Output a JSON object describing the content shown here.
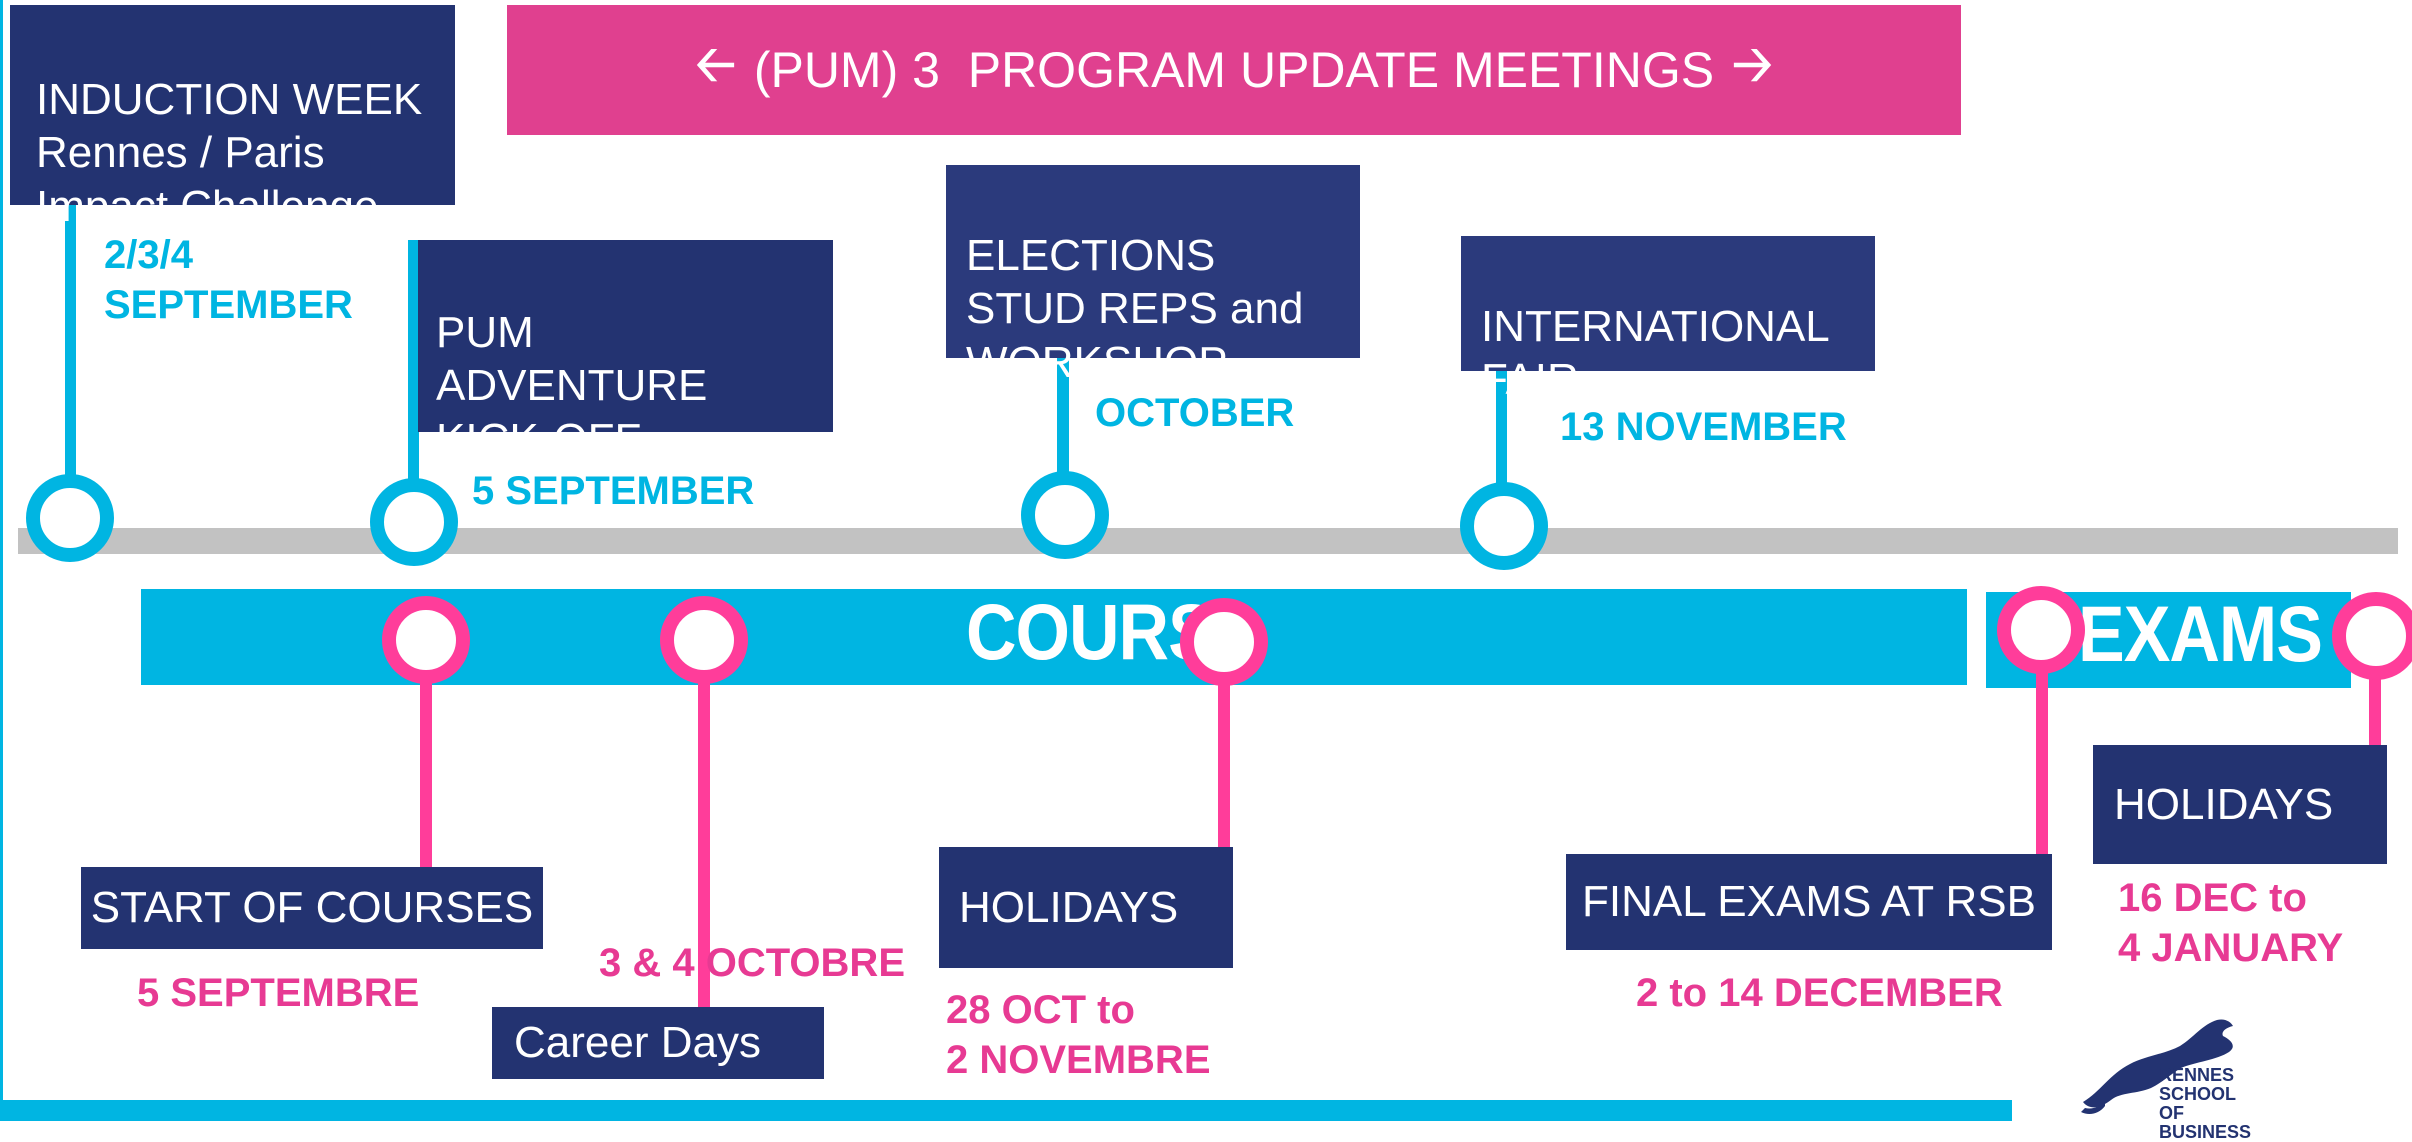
{
  "header": {
    "banner_text": "(PUM) 3  PROGRAM UPDATE MEETINGS",
    "left_arrow_icon": "arrow-left-icon",
    "right_arrow_icon": "arrow-right-icon",
    "banner_color": "#e0408f"
  },
  "top_events": [
    {
      "title": "INDUCTION WEEK\nRennes / Paris\nImpact Challenge",
      "date": "2/3/4\nSEPTEMBER"
    },
    {
      "title": "PUM\nADVENTURE\nKICK-OFF",
      "date": "5 SEPTEMBER"
    },
    {
      "title": "ELECTIONS\nSTUD REPS and\nWORKSHOP",
      "date": "OCTOBER"
    },
    {
      "title": "INTERNATIONAL\nFAIR",
      "date": "13 NOVEMBER"
    }
  ],
  "bands": {
    "courses": "COURS",
    "exams": "EXAMS"
  },
  "bottom_events": [
    {
      "title": "START OF COURSES",
      "date": "5 SEPTEMBRE"
    },
    {
      "title": "Career Days",
      "date": "3 & 4 OCTOBRE"
    },
    {
      "title": "HOLIDAYS",
      "date": "28 OCT to\n2 NOVEMBRE"
    },
    {
      "title": "FINAL EXAMS AT RSB",
      "date": "2 to 14 DECEMBER"
    },
    {
      "title": "HOLIDAYS",
      "date": "16 DEC to\n4 JANUARY"
    }
  ],
  "logo": {
    "line1": "RENNES",
    "line2": "SCHOOL",
    "line3": "OF BUSINESS"
  },
  "colors": {
    "navy": "#233371",
    "cyan": "#00b5e2",
    "pink": "#ff3d9a",
    "timeline_gray": "#c2c2c2"
  }
}
